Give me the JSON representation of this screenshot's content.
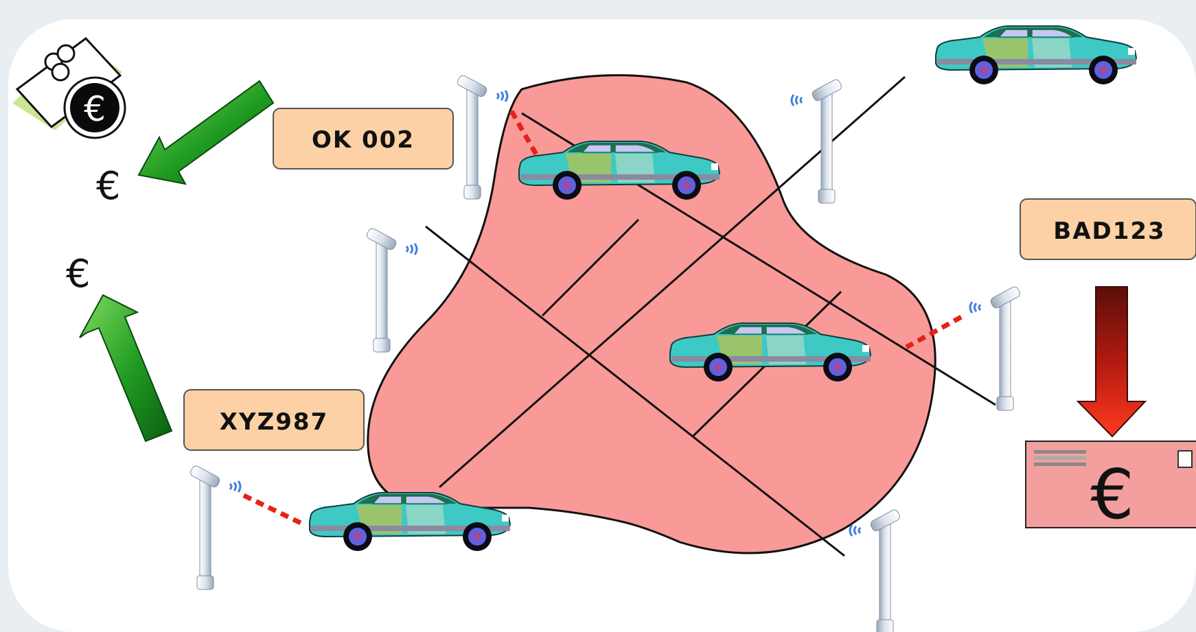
{
  "plates": {
    "ok": "OK 002",
    "good": "XYZ987",
    "bad": "BAD123"
  },
  "currency_symbol": "€",
  "colors": {
    "zone": "#f99a98",
    "plate_fill": "#fbd1a5",
    "arrow_green": "#1f9a21",
    "arrow_red": "#b21a10",
    "car_body": "#3ec9c4",
    "detection_beam": "#e52217",
    "fine_ticket": "#f39f9d"
  },
  "icons": {
    "payment": "banknote-euro-coin-icon",
    "fine": "fine-ticket-icon",
    "camera": "roadside-camera-icon",
    "car": "car-icon"
  }
}
